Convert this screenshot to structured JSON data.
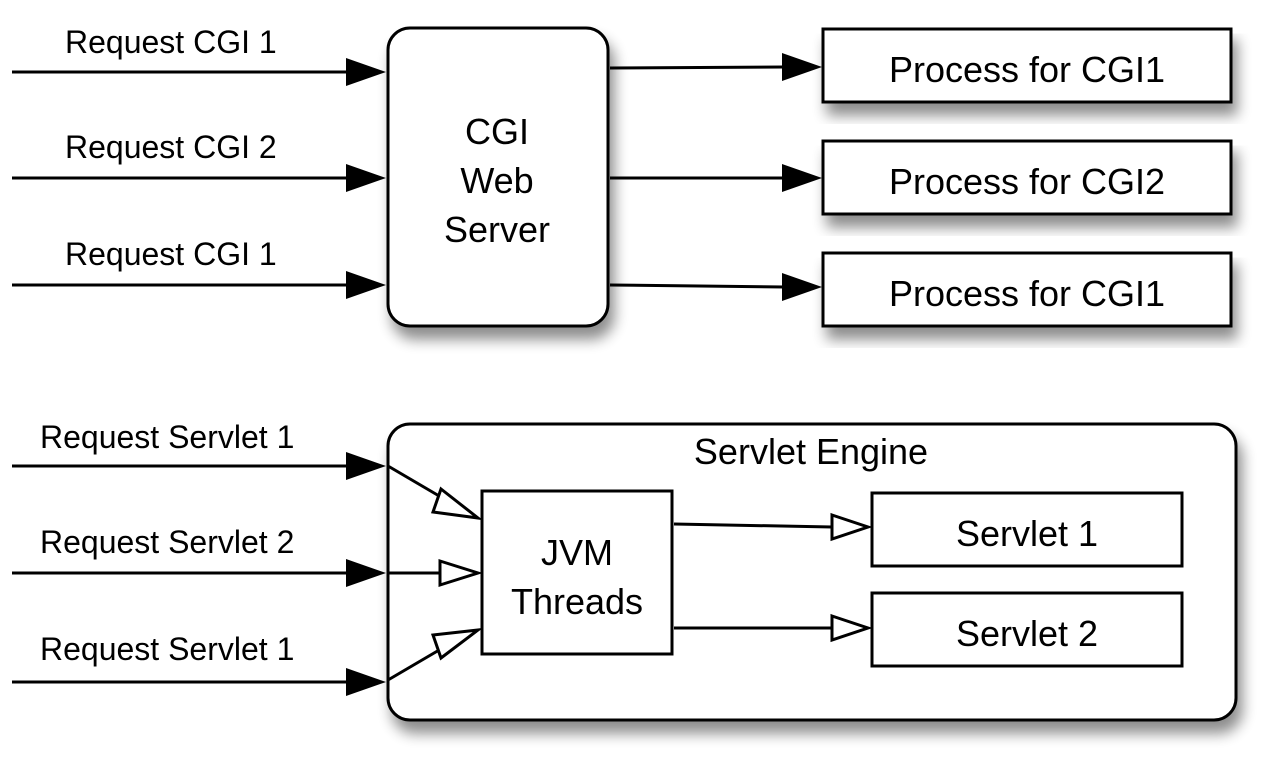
{
  "colors": {
    "stroke": "#000000",
    "fill": "#ffffff",
    "shadow": "#000000"
  },
  "cgi": {
    "requests": [
      "Request CGI 1",
      "Request CGI 2",
      "Request CGI 1"
    ],
    "server_lines": [
      "CGI",
      "Web",
      "Server"
    ],
    "processes": [
      "Process for CGI1",
      "Process for CGI2",
      "Process for CGI1"
    ]
  },
  "servlet": {
    "requests": [
      "Request Servlet 1",
      "Request Servlet 2",
      "Request Servlet 1"
    ],
    "engine_title": "Servlet Engine",
    "jvm_lines": [
      "JVM",
      "Threads"
    ],
    "servlets": [
      "Servlet 1",
      "Servlet 2"
    ]
  }
}
